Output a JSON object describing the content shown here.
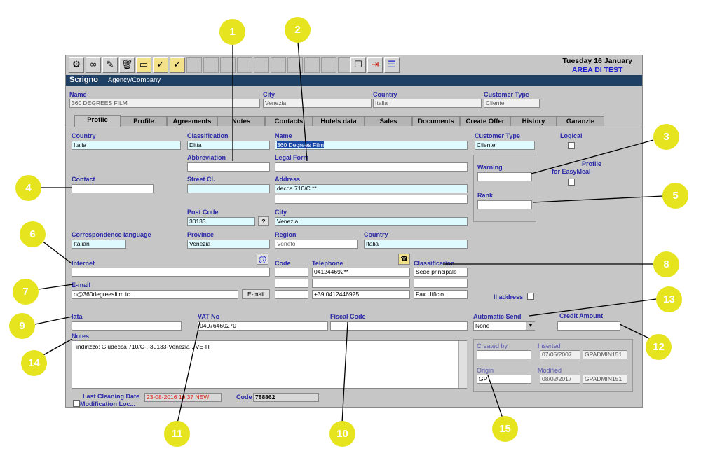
{
  "header": {
    "date": "Tuesday 16 January",
    "area": "AREA DI TEST"
  },
  "toolbar": {
    "icons": [
      "find-icon",
      "binoculars-icon",
      "edit-icon",
      "trash-icon",
      "folder-icon",
      "folder-check-icon",
      "folder-lock-icon",
      "note-icon",
      "exit-icon",
      "calendar-icon"
    ]
  },
  "titlebar": {
    "logo": "Scrigno",
    "module": "Agency/Company"
  },
  "top": {
    "name_label": "Name",
    "name_value": "360 DEGREES FILM",
    "city_label": "City",
    "city_value": "Venezia",
    "country_label": "Country",
    "country_value": "Italia",
    "ctype_label": "Customer Type",
    "ctype_value": "Cliente"
  },
  "tabs": [
    "Profile",
    "Profile",
    "Agreements",
    "Notes",
    "Contacts",
    "Hotels data",
    "Sales",
    "Documents",
    "Create Offer",
    "History",
    "Garanzie"
  ],
  "form": {
    "country_label": "Country",
    "country_value": "Italia",
    "classification_label": "Classification",
    "classification_value": "Ditta",
    "name_label": "Name",
    "name_value": "360 Degrees Film",
    "customer_type_label": "Customer Type",
    "customer_type_value": "Cliente",
    "logical_label": "Logical",
    "abbreviation_label": "Abbreviation",
    "legal_form_label": "Legal Form",
    "warning_label": "Warning",
    "profile_easymeal_label1": "Profile",
    "profile_easymeal_label2": "for EasyMeal",
    "contact_label": "Contact",
    "street_cl_label": "Street Cl.",
    "address_label": "Address",
    "address_value": "decca 710/C  **",
    "rank_label": "Rank",
    "post_code_label": "Post Code",
    "post_code_value": "30133",
    "post_code_btn": "?",
    "city_label": "City",
    "city_value": "Venezia",
    "corr_lang_label": "Correspondence language",
    "corr_lang_value": "Italian",
    "province_label": "Province",
    "province_value": "Venezia",
    "region_label": "Region",
    "region_value": "Veneto",
    "country2_label": "Country",
    "country2_value": "Italia",
    "internet_label": "Internet",
    "code_label": "Code",
    "telephone_label": "Telephone",
    "phone1": "041244692**",
    "phone3": "+39 0412446925",
    "classification2_label": "Classification",
    "class1": "Sede principale",
    "class3": "Fax Ufficio",
    "email_label": "E-mail",
    "email_value": "o@360degreesfilm.ic",
    "email_btn": "E-mail",
    "ii_address_label": "II address",
    "iata_label": "Iata",
    "vat_label": "VAT No",
    "vat_value": "04076460270",
    "fiscal_label": "Fiscal Code",
    "auto_send_label": "Automatic Send",
    "auto_send_value": "None",
    "credit_label": "Credit Amount",
    "notes_label": "Notes",
    "notes_value": "indirizzo: Giudecca 710/C-.-30133-Venezia-.-VE-IT",
    "created_by_label": "Created by",
    "inserted_label": "Inserted",
    "inserted_date": "07/05/2007",
    "inserted_user": "GPADMIN151",
    "origin_label": "Origin",
    "origin_value": "GP",
    "modified_label": "Modified",
    "modified_date": "08/02/2017",
    "modified_user": "GPADMIN151",
    "last_cleaning_label": "Last Cleaning Date",
    "modif_loc_label": "Modification Loc...",
    "last_cleaning_value": "23-08-2016 10:37 NEW",
    "code2_label": "Code",
    "code2_value": "788862"
  },
  "callouts": [
    "1",
    "2",
    "3",
    "4",
    "5",
    "6",
    "7",
    "8",
    "9",
    "10",
    "11",
    "12",
    "13",
    "14",
    "15"
  ],
  "colors": {
    "callout": "#e6e41f",
    "label": "#2a2aa8",
    "titlebar": "#1e4064",
    "panel": "#c6c6c6"
  }
}
